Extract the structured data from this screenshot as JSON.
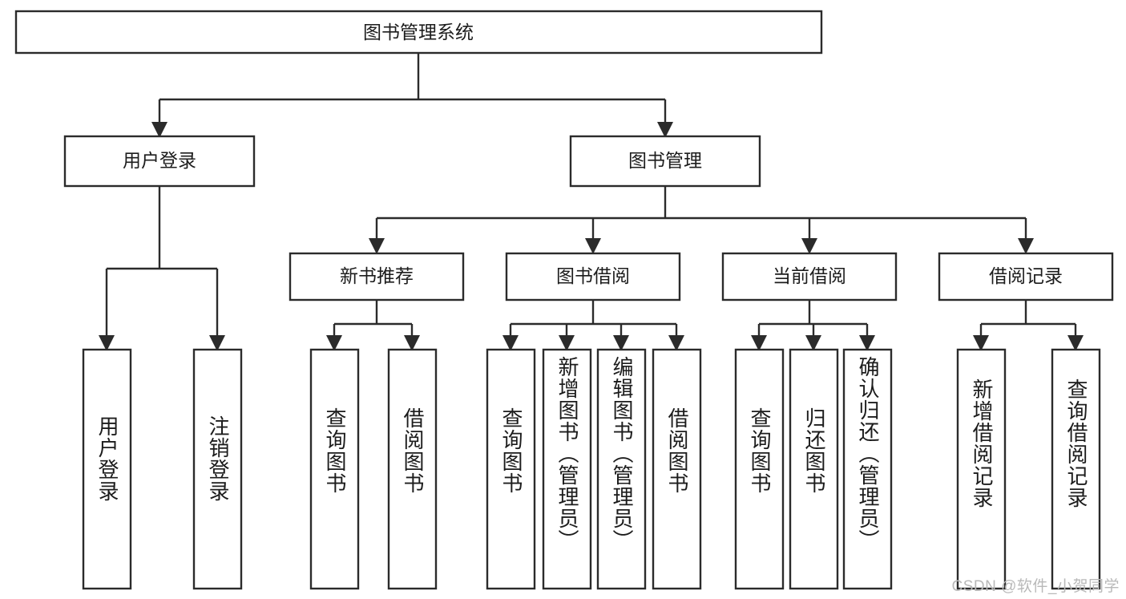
{
  "diagram": {
    "title": "图书管理系统",
    "root": {
      "id": "root",
      "label": "图书管理系统",
      "orientation": "horizontal"
    },
    "level1": [
      {
        "id": "user-login",
        "label": "用户登录",
        "orientation": "horizontal"
      },
      {
        "id": "book-management",
        "label": "图书管理",
        "orientation": "horizontal"
      }
    ],
    "level2": [
      {
        "id": "new-book-recommend",
        "label": "新书推荐",
        "orientation": "horizontal",
        "parent": "book-management"
      },
      {
        "id": "book-borrow",
        "label": "图书借阅",
        "orientation": "horizontal",
        "parent": "book-management"
      },
      {
        "id": "current-borrow",
        "label": "当前借阅",
        "orientation": "horizontal",
        "parent": "book-management"
      },
      {
        "id": "borrow-record",
        "label": "借阅记录",
        "orientation": "horizontal",
        "parent": "book-management"
      }
    ],
    "leaves": [
      {
        "id": "leaf-user-login",
        "label": "用户登录",
        "orientation": "vertical",
        "parent": "user-login"
      },
      {
        "id": "leaf-logout-login",
        "label": "注销登录",
        "orientation": "vertical",
        "parent": "user-login"
      },
      {
        "id": "leaf-query-book-1",
        "label": "查询图书",
        "orientation": "vertical",
        "parent": "new-book-recommend"
      },
      {
        "id": "leaf-borrow-book-1",
        "label": "借阅图书",
        "orientation": "vertical",
        "parent": "new-book-recommend"
      },
      {
        "id": "leaf-query-book-2",
        "label": "查询图书",
        "orientation": "vertical",
        "parent": "book-borrow"
      },
      {
        "id": "leaf-add-book",
        "label": "新增图书（管理员）",
        "orientation": "vertical",
        "parent": "book-borrow"
      },
      {
        "id": "leaf-edit-book",
        "label": "编辑图书（管理员）",
        "orientation": "vertical",
        "parent": "book-borrow"
      },
      {
        "id": "leaf-borrow-book-2",
        "label": "借阅图书",
        "orientation": "vertical",
        "parent": "book-borrow"
      },
      {
        "id": "leaf-query-book-3",
        "label": "查询图书",
        "orientation": "vertical",
        "parent": "current-borrow"
      },
      {
        "id": "leaf-return-book",
        "label": "归还图书",
        "orientation": "vertical",
        "parent": "current-borrow"
      },
      {
        "id": "leaf-confirm-return",
        "label": "确认归还（管理员）",
        "orientation": "vertical",
        "parent": "current-borrow"
      },
      {
        "id": "leaf-add-record",
        "label": "新增借阅记录",
        "orientation": "vertical",
        "parent": "borrow-record"
      },
      {
        "id": "leaf-query-record",
        "label": "查询借阅记录",
        "orientation": "vertical",
        "parent": "borrow-record"
      }
    ]
  },
  "watermark": {
    "text": "CSDN @软件_小贺同学"
  },
  "colors": {
    "stroke": "#2b2b2b",
    "fill": "#ffffff",
    "text": "#1c1c1c",
    "watermark": "#b9b9b9",
    "background": "#ffffff"
  }
}
